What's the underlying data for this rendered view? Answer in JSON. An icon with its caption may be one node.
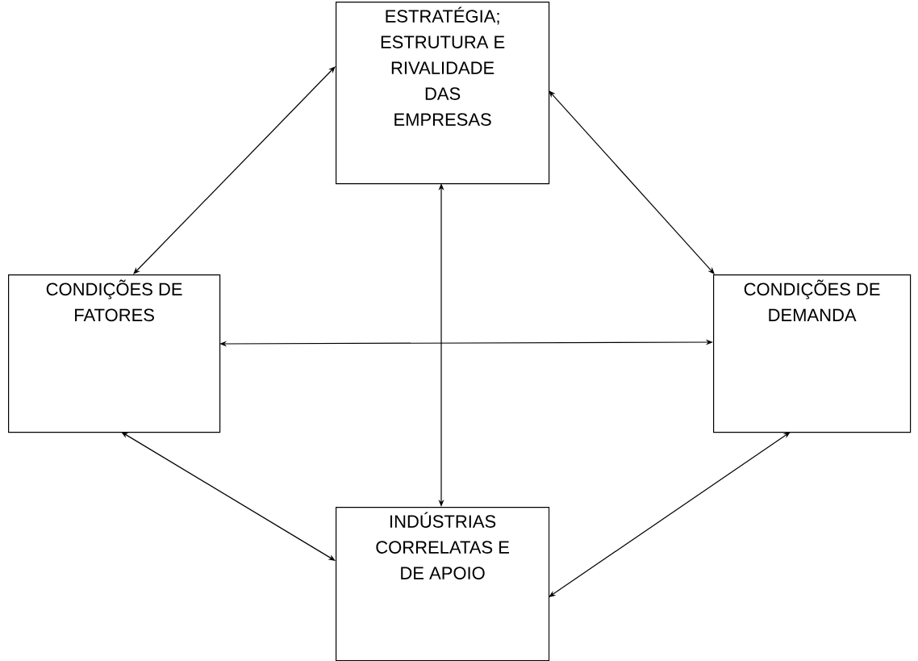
{
  "diagram": {
    "nodes": [
      {
        "text": [
          "ESTRATÉGIA; ESTRUTURA E RIVALIDADE DAS EMPRESAS"
        ]
      },
      {
        "text": [
          "CONDIÇÕES DE FATORES"
        ]
      },
      {
        "text": [
          "CONDIÇÕES DE DEMANDA"
        ]
      },
      {
        "text": [
          "INDÚSTRIAS CORRELATAS E DE APOIO"
        ]
      }
    ],
    "edges": [
      {
        "from": 0,
        "to": 1,
        "arrow": "both"
      },
      {
        "from": 0,
        "to": 2,
        "arrow": "both"
      },
      {
        "from": 1,
        "to": 2,
        "arrow": "both"
      },
      {
        "from": 0,
        "to": 3,
        "arrow": "both"
      },
      {
        "from": 1,
        "to": 3,
        "arrow": "both"
      },
      {
        "from": 2,
        "to": 3,
        "arrow": "both"
      }
    ]
  }
}
